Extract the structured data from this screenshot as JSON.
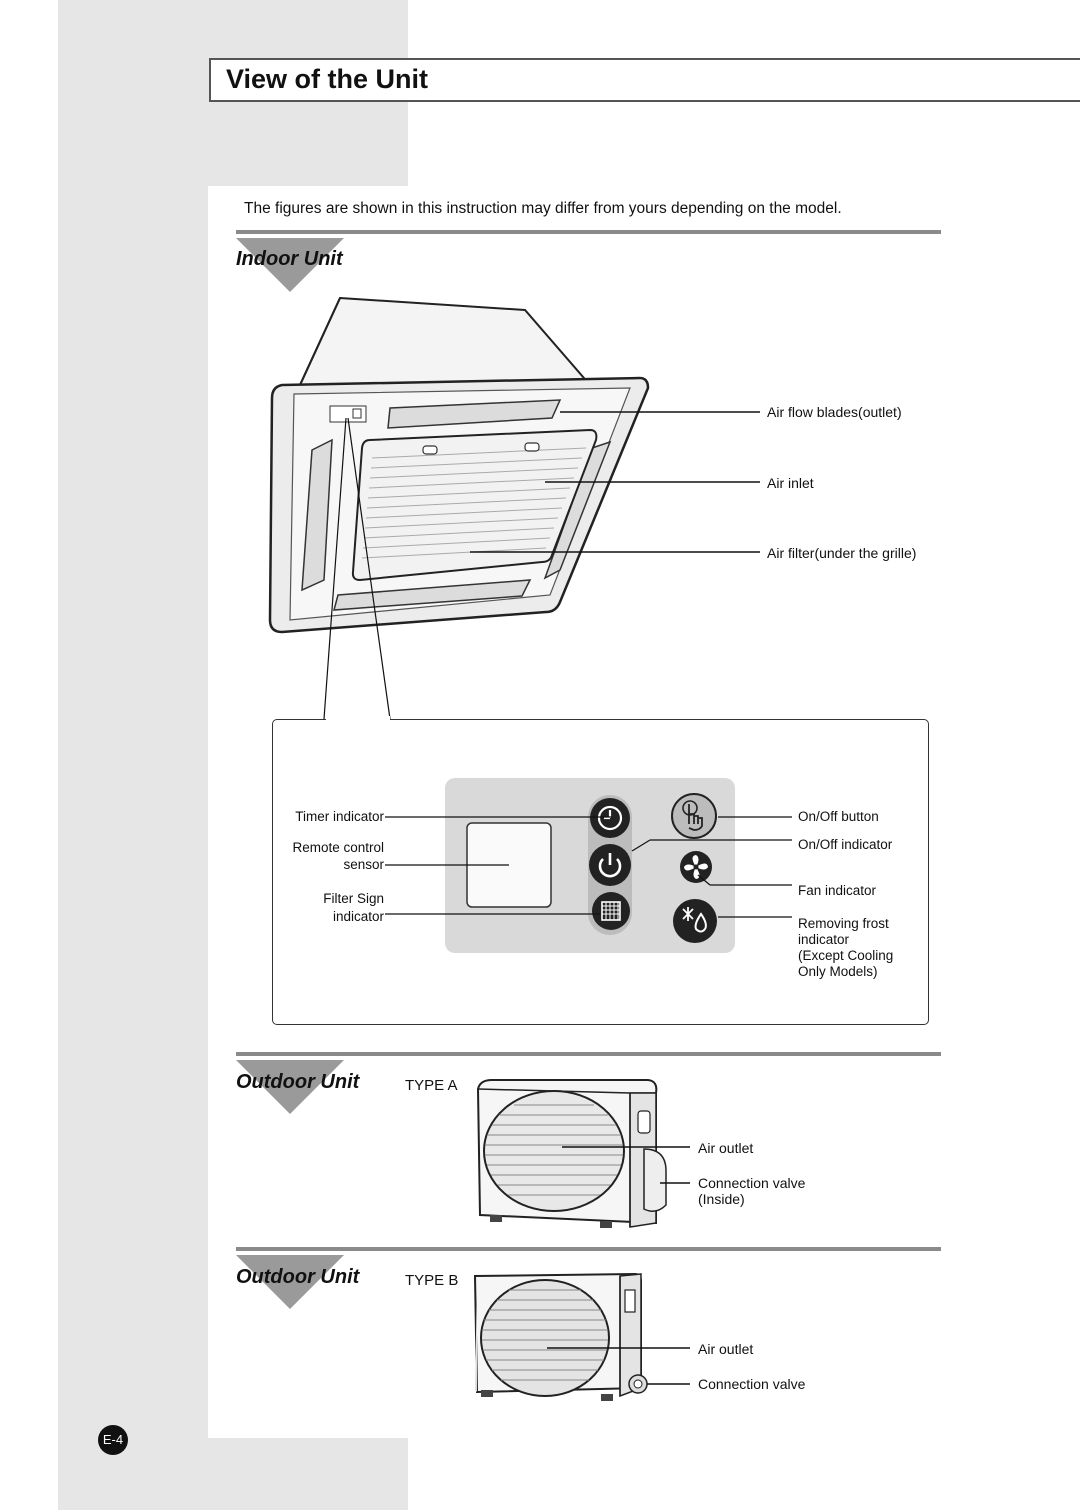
{
  "page": {
    "title": "View of the Unit",
    "intro": "The figures are shown in this instruction may differ from yours depending on the model.",
    "page_number": "E-4"
  },
  "indoor": {
    "heading": "Indoor Unit",
    "callouts": {
      "air_flow_blades": "Air flow blades(outlet)",
      "air_inlet": "Air inlet",
      "air_filter": "Air filter(under the grille)"
    }
  },
  "panel": {
    "left_labels": {
      "timer_indicator": "Timer indicator",
      "remote_sensor_line1": "Remote control",
      "remote_sensor_line2": "sensor",
      "filter_sign_line1": "Filter Sign",
      "filter_sign_line2": "indicator"
    },
    "right_labels": {
      "onoff_button": "On/Off button",
      "onoff_indicator": "On/Off indicator",
      "fan_indicator": "Fan indicator",
      "removing_frost_line1": "Removing frost",
      "removing_frost_line2": "indicator",
      "removing_frost_line3": "(Except Cooling",
      "removing_frost_line4": "Only Models)"
    }
  },
  "outdoor_a": {
    "heading": "Outdoor Unit",
    "type": "TYPE A",
    "callouts": {
      "air_outlet": "Air outlet",
      "connection_valve_line1": "Connection valve",
      "connection_valve_line2": "(Inside)"
    }
  },
  "outdoor_b": {
    "heading": "Outdoor Unit",
    "type": "TYPE B",
    "callouts": {
      "air_outlet": "Air outlet",
      "connection_valve": "Connection valve"
    }
  },
  "icons": [
    "timer-icon",
    "power-icon",
    "filter-icon",
    "hand-button-icon",
    "fan-icon",
    "frost-icon"
  ]
}
